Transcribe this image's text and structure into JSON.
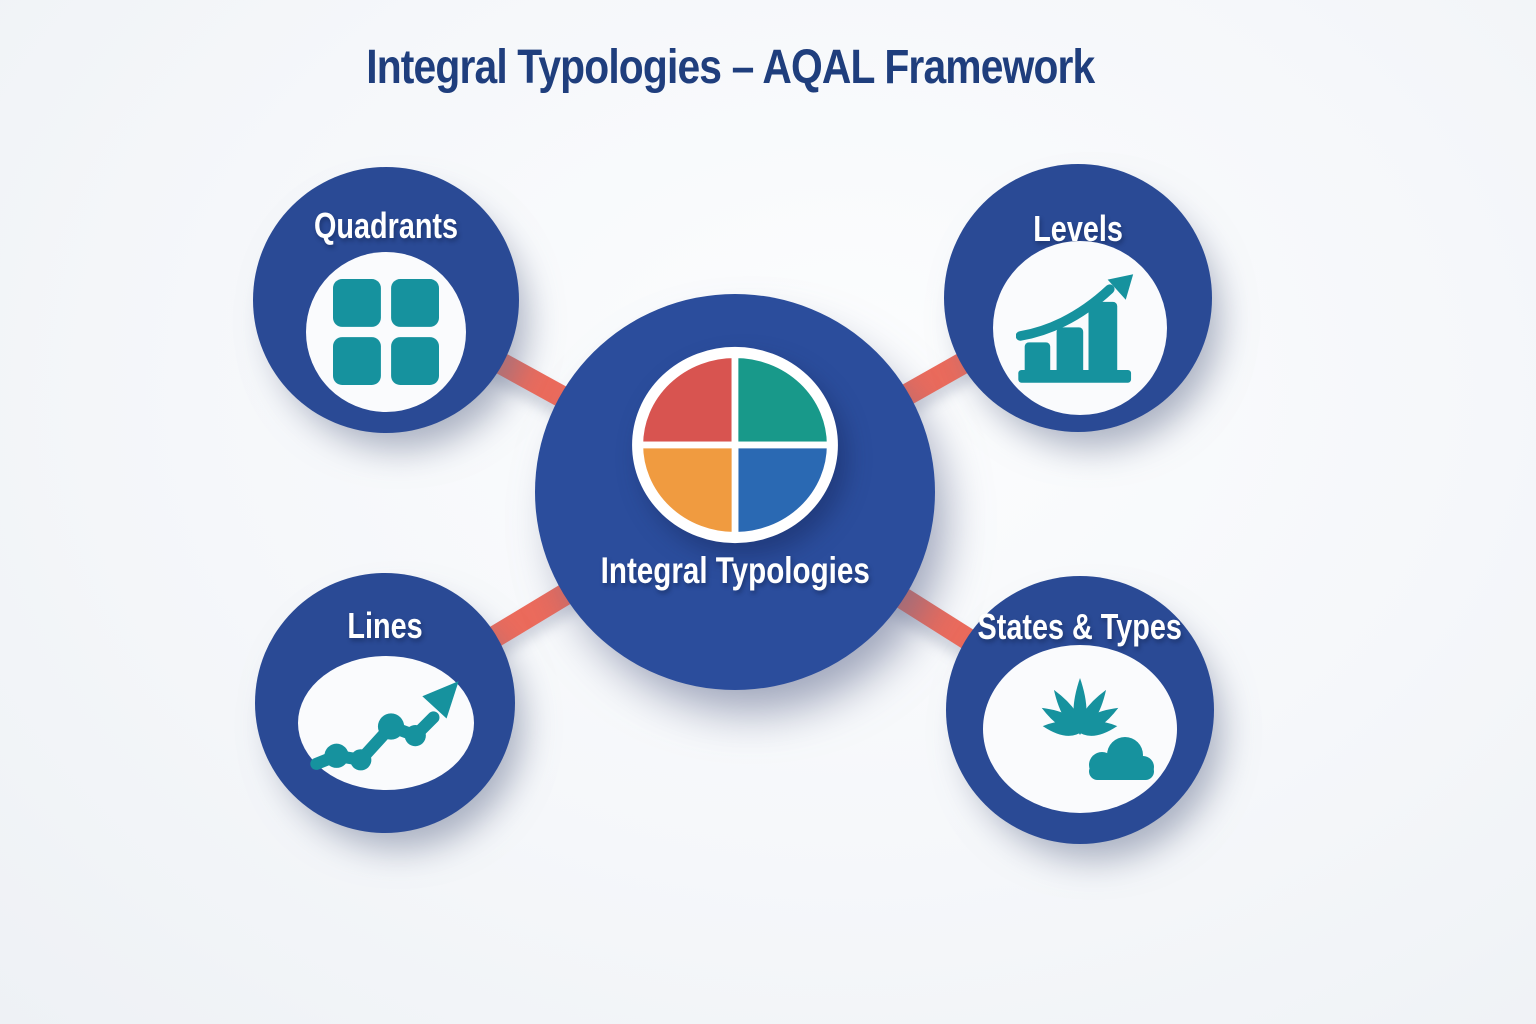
{
  "title": "Integral Typologies – AQAL Framework",
  "hub": {
    "label": "Integral Typologies",
    "icon": "aqal-quadrant-pie-icon"
  },
  "nodes": [
    {
      "id": "quadrants",
      "label": "Quadrants",
      "icon": "grid-2x2-icon"
    },
    {
      "id": "levels",
      "label": "Levels",
      "icon": "growth-bar-chart-icon"
    },
    {
      "id": "lines",
      "label": "Lines",
      "icon": "trend-line-arrow-icon"
    },
    {
      "id": "states-types",
      "label": "States & Types",
      "icon": "lotus-cloud-icon"
    }
  ],
  "connectors": [
    {
      "from": "hub",
      "to": "quadrants"
    },
    {
      "from": "hub",
      "to": "levels"
    },
    {
      "from": "hub",
      "to": "lines"
    },
    {
      "from": "hub",
      "to": "states-types"
    }
  ],
  "palette": {
    "background": "#f5f7fa",
    "node_blue": "#2a4a95",
    "hub_blue": "#2b4d9c",
    "connector_salmon": "#ec6b5c",
    "icon_teal": "#16929e",
    "title_navy": "#1f3e7d",
    "label_white": "#ffffff",
    "inner_disc": "#fafbfd",
    "pie_red": "#d85450",
    "pie_teal": "#18998a",
    "pie_orange": "#f09b40",
    "pie_blue": "#2a69b3"
  }
}
